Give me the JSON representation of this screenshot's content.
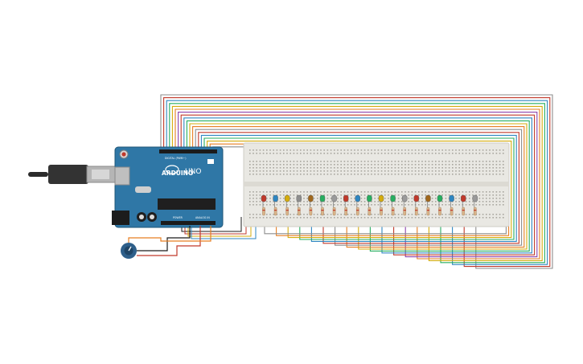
{
  "arduino": {
    "brand": "ARDUINO",
    "model": "UNO",
    "digital_label": "DIGITAL (PWM~)",
    "power_label": "POWER",
    "analog_label": "ANALOG IN",
    "board_color": "#2f77a6"
  },
  "leds": {
    "colors": [
      "#c0392b",
      "#2e86c1",
      "#d4ac0d",
      "#8e8e8e",
      "#a0671b",
      "#27ae60",
      "#9a9a9a",
      "#c0392b",
      "#2e86c1",
      "#27ae60",
      "#d4ac0d",
      "#27ae60",
      "#9a9a9a",
      "#c0392b",
      "#a0671b",
      "#27ae60",
      "#2e86c1",
      "#c0392b",
      "#9a9a9a"
    ]
  },
  "wire_colors": [
    "#8e8e8e",
    "#c0392b",
    "#2e86c1",
    "#27ae60",
    "#d4ac0d",
    "#e67e22",
    "#8e44ad",
    "#c0392b",
    "#2e86c1",
    "#27ae60",
    "#d4ac0d",
    "#e67e22",
    "#8e8e8e",
    "#c0392b",
    "#2e86c1",
    "#27ae60",
    "#d4ac0d",
    "#e67e22",
    "#8e8e8e"
  ],
  "accent_colors": {
    "breadboard": "#e9e8e3",
    "potentiometer": "#2e5f8a",
    "usb": "#8a8a8a"
  }
}
